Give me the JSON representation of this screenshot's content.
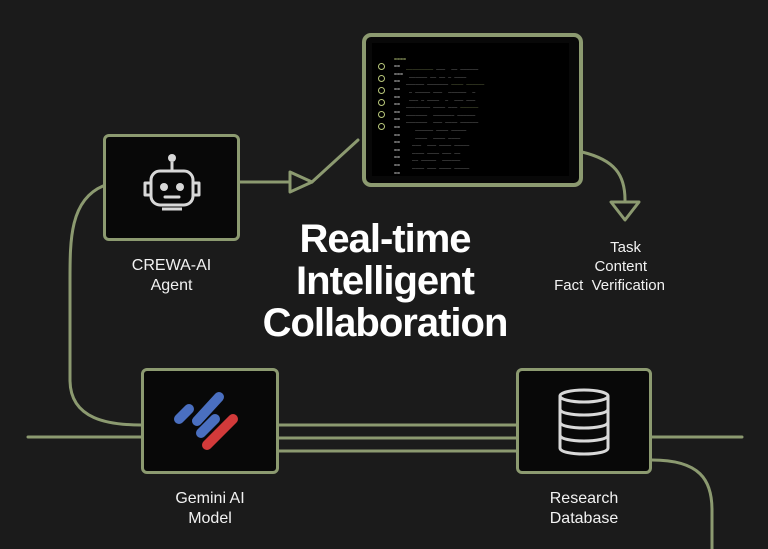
{
  "title": {
    "line1": "Real-time",
    "line2": "Intelligent",
    "line3": "Collaboration"
  },
  "nodes": {
    "agent": {
      "line1": "CREWA-AI",
      "line2": "Agent",
      "icon": "robot-icon"
    },
    "model": {
      "line1": "Gemini AI",
      "line2": "Model",
      "icon": "gemini-logo-icon"
    },
    "database": {
      "line1": "Research",
      "line2": "Database",
      "icon": "database-icon"
    },
    "monitor": {
      "icon": "code-editor-icon"
    }
  },
  "tasks": {
    "line1": "Task",
    "line2": "Content",
    "line3": "Fact  Verification"
  },
  "colors": {
    "background": "#1b1b1b",
    "line": "#8c9a70",
    "node_fill": "#080808",
    "text": "#f2f2f2",
    "logo_blue": "#4a6fc0",
    "logo_red": "#d23a3a"
  }
}
